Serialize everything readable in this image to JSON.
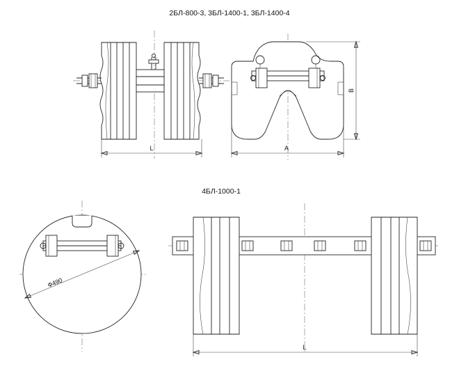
{
  "titles": {
    "top": "2БЛ-800-3, 3БЛ-1400-1, 3БЛ-1400-4",
    "bottom": "4БЛ-1000-1"
  },
  "dims": {
    "top_length": "L",
    "top_width": "A",
    "top_height": "B",
    "diameter": "Ф490",
    "bottom_length": "L"
  },
  "colors": {
    "line": "#222222",
    "axis": "#555555",
    "background": "#ffffff"
  }
}
